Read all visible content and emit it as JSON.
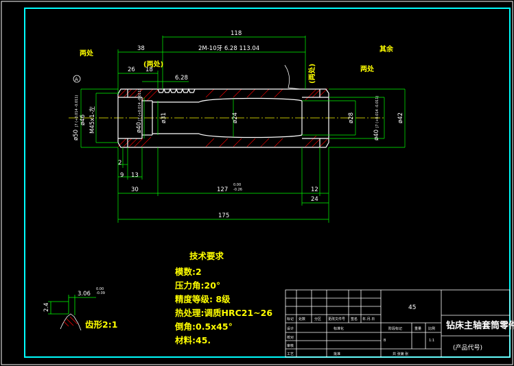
{
  "colors": {
    "background": "#000000",
    "frame": "#00ffff",
    "outline": "#ffffff",
    "dimension": "#00ff00",
    "hatch": "#ff0000",
    "note": "#ffff00",
    "centerline": "#ffff00"
  },
  "notes": {
    "both_sides_left": "两处",
    "both_sides_mid": "(两处)",
    "both_sides_rot": "(两处)",
    "remaining": "其余",
    "both_sides_right": "两处"
  },
  "dims": {
    "d118": "118",
    "d38": "38",
    "rack": "2M-10牙 6.28 113.04",
    "d26": "26",
    "d18": "18",
    "d628": "6.28",
    "phi50": "ø50",
    "fit_left_outer": "J7 (+0.014 -0.011)",
    "phi46": "ø46",
    "m45": "M45x1-左",
    "phi40_left": "ø40",
    "fit_left_inner": "J7 (+0.014 -0.011)",
    "phi31": "ø31",
    "phi24": "ø24",
    "phi28": "ø28",
    "phi40_right": "ø40",
    "fit_right": "J7 (+0.014 -0.011)",
    "phi42": "ø42",
    "d2": "2",
    "d9": "9",
    "d13": "13",
    "d30": "30",
    "d127": "127",
    "tol127_up": "0.00",
    "tol127_dn": "-0.26",
    "d12": "12",
    "d24": "24",
    "d175": "175",
    "marker_a": "A"
  },
  "requirements": {
    "title": "技术要求",
    "items": [
      "模数:2",
      "压力角:20°",
      "精度等级: 8级",
      "热处理:调质HRC21~26",
      "倒角:0.5x45°",
      "材料:45."
    ]
  },
  "detail": {
    "label": "齿形2:1",
    "width_dim": "3.06",
    "width_tol_up": "0.00",
    "width_tol_dn": "-0.09",
    "height_dim": "2.4"
  },
  "title_block": {
    "material": "45",
    "part_name": "钻床主轴套筒零件图",
    "product_code": "(产品代号)",
    "headers": [
      "标记",
      "处数",
      "分区",
      "更改文件号",
      "签名",
      "年.月.日"
    ],
    "designer": "设计",
    "standardization": "标准化",
    "checker": "校对",
    "reviewer": "审核",
    "process": "工艺",
    "approval": "批准",
    "stage_mark": "阶段标记",
    "weight": "重量",
    "scale_label": "比例",
    "scale": "1:1",
    "sheet_info": "共  张第  张",
    "stage_value": "B"
  }
}
